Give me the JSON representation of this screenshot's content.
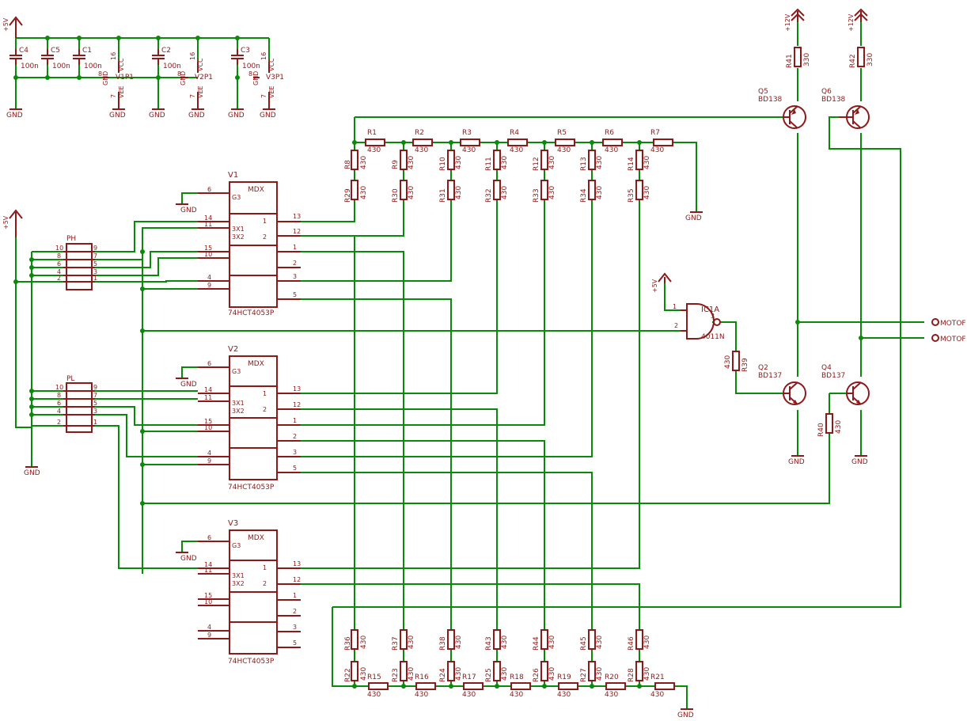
{
  "rails": {
    "p5v": "+5V",
    "p12v": "+12V",
    "gnd": "GND"
  },
  "caps": [
    {
      "ref": "C4",
      "val": "100n"
    },
    {
      "ref": "C5",
      "val": "100n"
    },
    {
      "ref": "C1",
      "val": "100n"
    },
    {
      "ref": "C2",
      "val": "100n"
    },
    {
      "ref": "C3",
      "val": "100n"
    }
  ],
  "power_parts": [
    {
      "ref": "V1P1",
      "vcc": "VCC",
      "gnd": "GND",
      "vee": "VEE",
      "pin_vcc": "16",
      "pin_gnd": "8",
      "pin_vee": "7"
    },
    {
      "ref": "V2P1",
      "vcc": "VCC",
      "gnd": "GND",
      "vee": "VEE",
      "pin_vcc": "16",
      "pin_gnd": "8",
      "pin_vee": "7"
    },
    {
      "ref": "V3P1",
      "vcc": "VCC",
      "gnd": "GND",
      "vee": "VEE",
      "pin_vcc": "16",
      "pin_gnd": "8",
      "pin_vee": "7"
    }
  ],
  "mux": {
    "refs": [
      "V1",
      "V2",
      "V3"
    ],
    "label": "MDX",
    "part": "74HCT4053P",
    "g3": "G3",
    "x1": "3X1",
    "x2": "3X2",
    "in1": "1",
    "in2": "2",
    "left_pins": [
      "6",
      "14",
      "11",
      "15",
      "10",
      "4",
      "9"
    ],
    "right_pins": [
      "13",
      "12",
      "1",
      "2",
      "3",
      "5"
    ]
  },
  "headers": {
    "ph": "PH",
    "pl": "PL",
    "left_pins": [
      "10",
      "8",
      "6",
      "4",
      "2"
    ],
    "right_pins": [
      "9",
      "7",
      "5",
      "3",
      "1"
    ]
  },
  "top_ladder": {
    "series": [
      "R1",
      "R2",
      "R3",
      "R4",
      "R5",
      "R6",
      "R7"
    ],
    "upper": [
      "R8",
      "R9",
      "R10",
      "R11",
      "R12",
      "R13",
      "R14"
    ],
    "lower": [
      "R29",
      "R30",
      "R31",
      "R32",
      "R33",
      "R34",
      "R35"
    ],
    "value": "430"
  },
  "bottom_ladder": {
    "upper": [
      "R36",
      "R37",
      "R38",
      "R43",
      "R44",
      "R45",
      "R46"
    ],
    "lower": [
      "R22",
      "R23",
      "R24",
      "R25",
      "R26",
      "R27",
      "R28"
    ],
    "series": [
      "R15",
      "R16",
      "R17",
      "R18",
      "R19",
      "R20",
      "R21"
    ],
    "value": "430"
  },
  "transistors": [
    {
      "ref": "Q5",
      "type": "BD138"
    },
    {
      "ref": "Q6",
      "type": "BD138"
    },
    {
      "ref": "Q2",
      "type": "BD137"
    },
    {
      "ref": "Q4",
      "type": "BD137"
    }
  ],
  "collector_res": [
    {
      "ref": "R41",
      "val": "330"
    },
    {
      "ref": "R42",
      "val": "330"
    }
  ],
  "base_res": [
    {
      "ref": "R39",
      "val": "430"
    },
    {
      "ref": "R40",
      "val": "430"
    }
  ],
  "gate": {
    "ref": "IC1A",
    "part": "4011N",
    "pin1": "1",
    "pin2": "2",
    "pin3": "3"
  },
  "outputs": [
    "MOTOF",
    "MOTOF"
  ]
}
